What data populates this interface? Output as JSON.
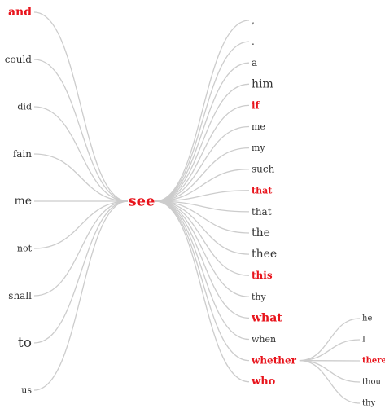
{
  "root": {
    "text": "see",
    "highlight": true
  },
  "left": [
    {
      "text": "and",
      "highlight": true
    },
    {
      "text": "could",
      "highlight": false
    },
    {
      "text": "did",
      "highlight": false
    },
    {
      "text": "fain",
      "highlight": false
    },
    {
      "text": "me",
      "highlight": false
    },
    {
      "text": "not",
      "highlight": false
    },
    {
      "text": "shall",
      "highlight": false
    },
    {
      "text": "to",
      "highlight": false
    },
    {
      "text": "us",
      "highlight": false
    }
  ],
  "right": [
    {
      "text": ",",
      "highlight": false
    },
    {
      "text": ".",
      "highlight": false
    },
    {
      "text": "a",
      "highlight": false
    },
    {
      "text": "him",
      "highlight": false
    },
    {
      "text": "if",
      "highlight": true
    },
    {
      "text": "me",
      "highlight": false
    },
    {
      "text": "my",
      "highlight": false
    },
    {
      "text": "such",
      "highlight": false
    },
    {
      "text": "that",
      "highlight": true
    },
    {
      "text": "that",
      "highlight": false
    },
    {
      "text": "the",
      "highlight": false
    },
    {
      "text": "thee",
      "highlight": false
    },
    {
      "text": "this",
      "highlight": true
    },
    {
      "text": "thy",
      "highlight": false
    },
    {
      "text": "what",
      "highlight": true
    },
    {
      "text": "when",
      "highlight": false
    },
    {
      "text": "whether",
      "highlight": true
    },
    {
      "text": "who",
      "highlight": true
    }
  ],
  "expanded": {
    "parent_index": 16,
    "children": [
      {
        "text": "he",
        "highlight": false
      },
      {
        "text": "I",
        "highlight": false
      },
      {
        "text": "there",
        "highlight": true
      },
      {
        "text": "thou",
        "highlight": false
      },
      {
        "text": "thy",
        "highlight": false
      }
    ]
  },
  "colors": {
    "highlight": "#e8141c",
    "text": "#333333",
    "link": "#cccccc"
  }
}
